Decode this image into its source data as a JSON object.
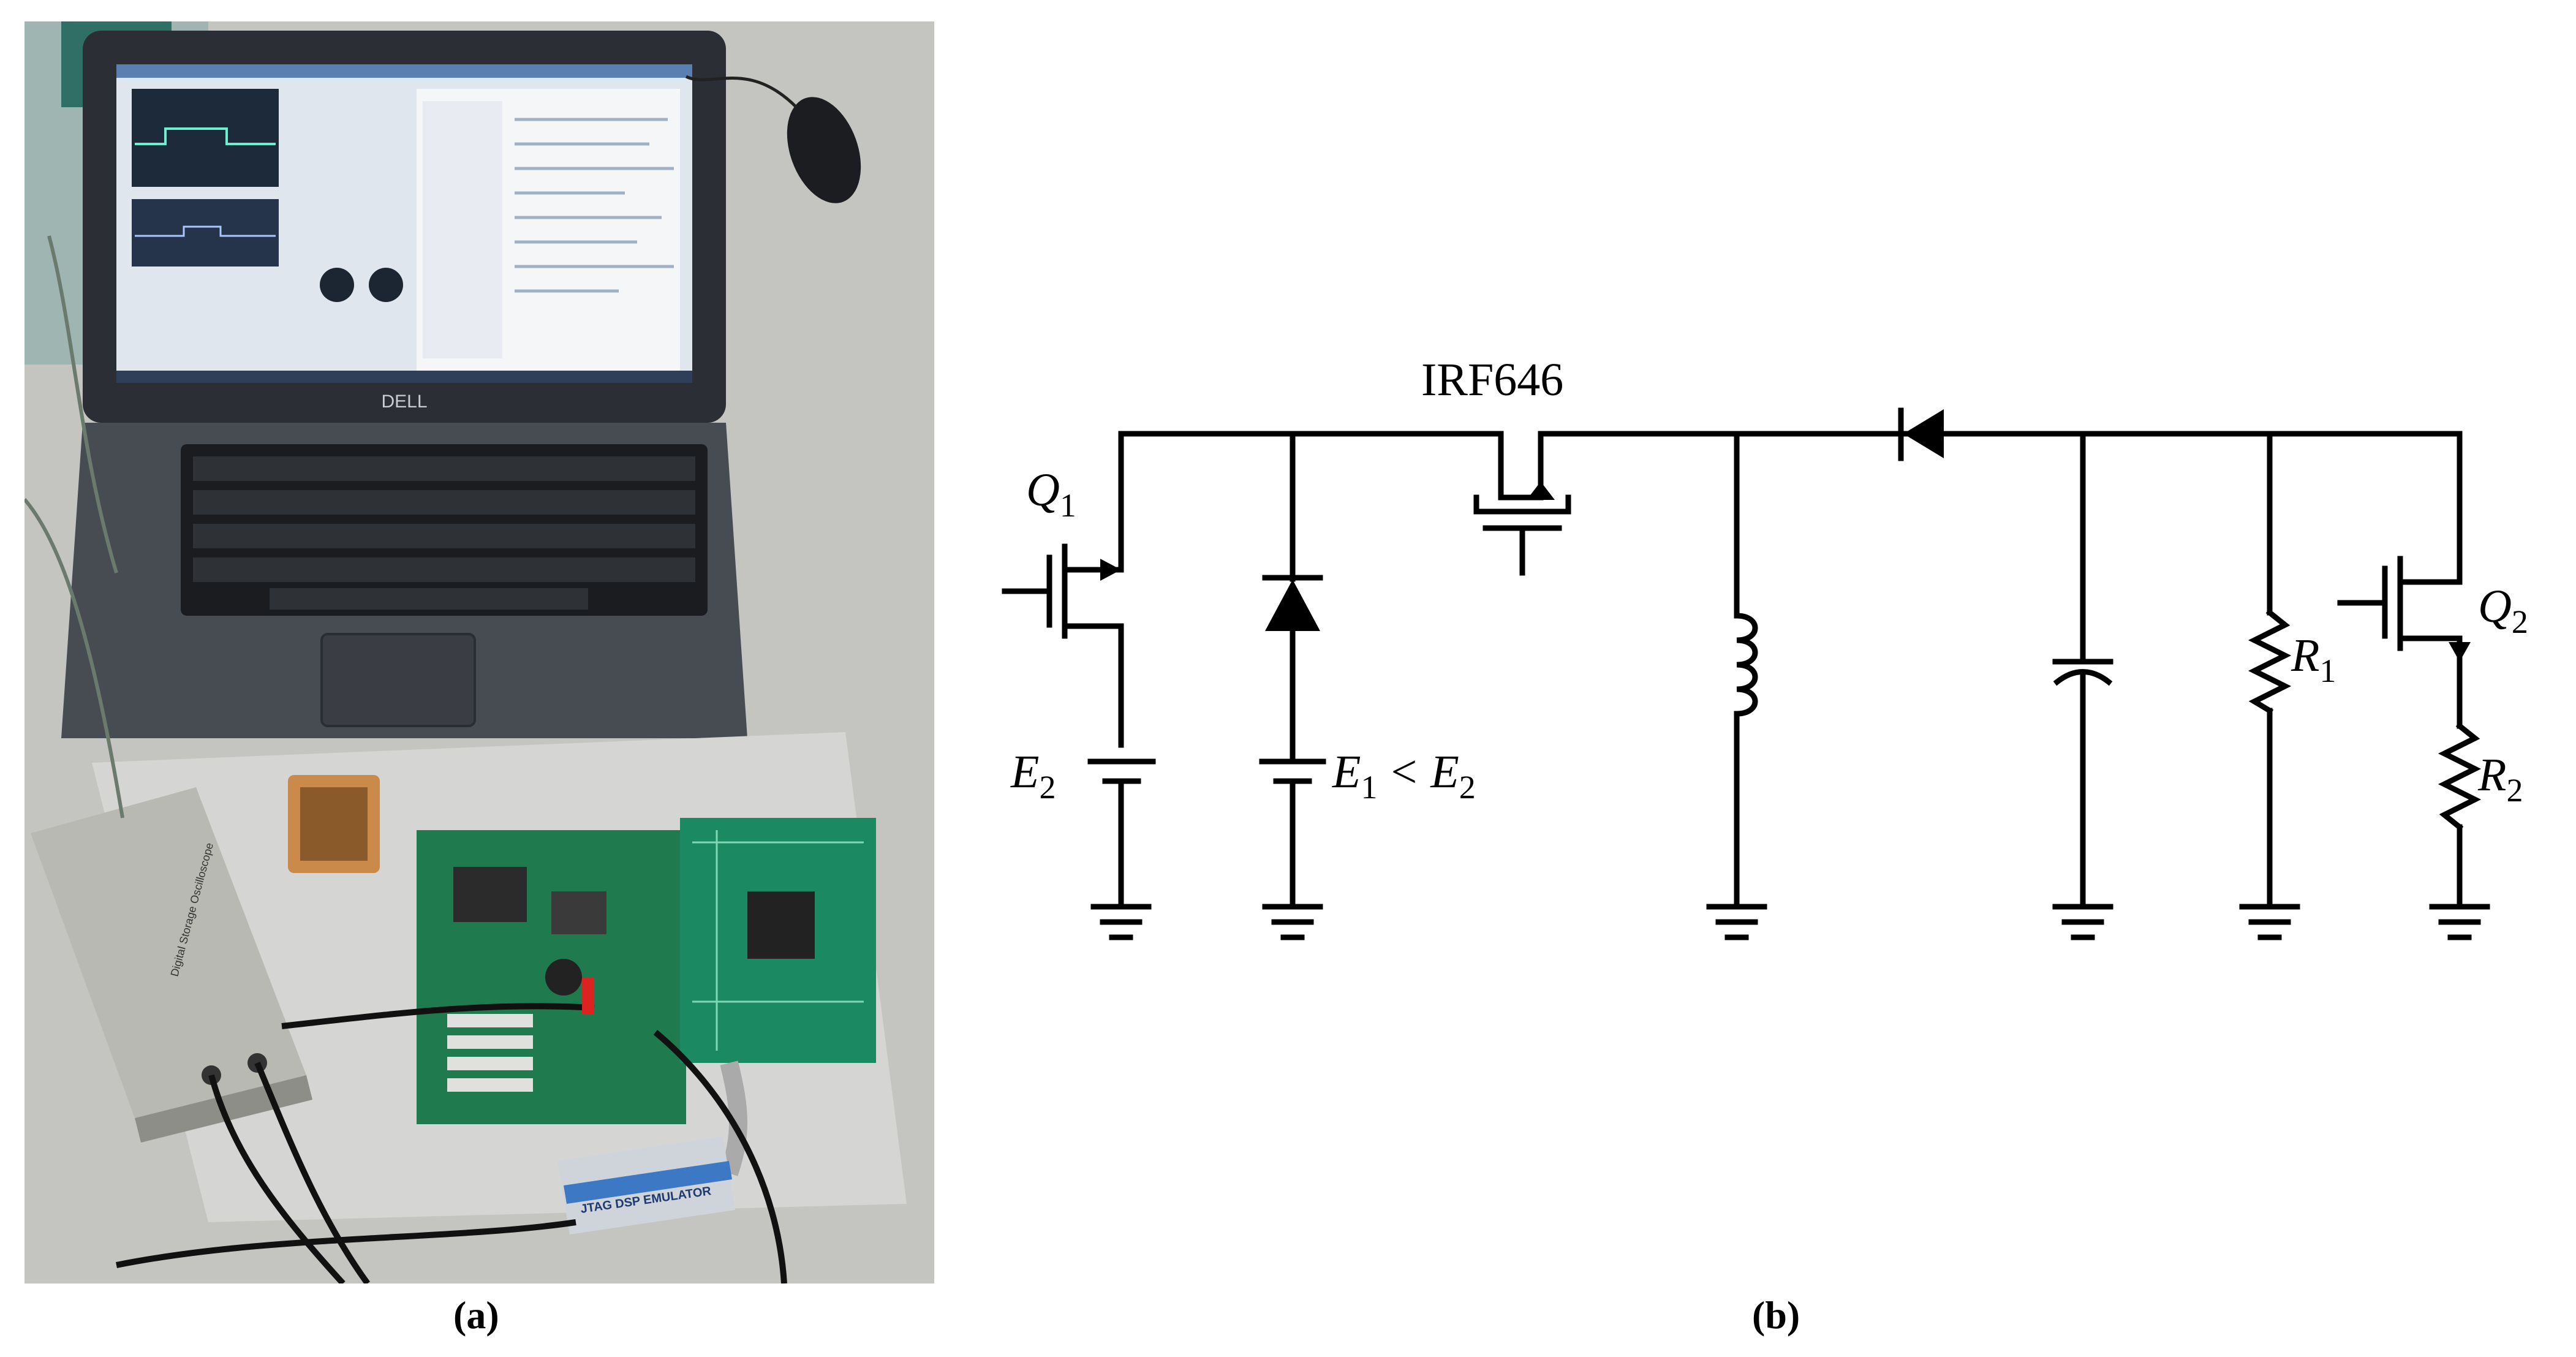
{
  "panels": [
    {
      "id": "a",
      "caption": "(a)",
      "kind": "photograph of experimental setup"
    },
    {
      "id": "b",
      "caption": "(b)",
      "kind": "circuit schematic"
    }
  ],
  "photo": {
    "laptop_brand": "DELL",
    "emulator_label": "JTAG DSP EMULATOR",
    "oscilloscope_label": "Digital Storage Oscilloscope"
  },
  "circuit": {
    "mosfet_label": "IRF646",
    "q1": {
      "base": "Q",
      "sub": "1"
    },
    "q2": {
      "base": "Q",
      "sub": "2"
    },
    "e2": {
      "base": "E",
      "sub": "2"
    },
    "e1": {
      "base": "E",
      "sub": "1",
      "rel": "<",
      "base2": "E",
      "sub2": "2"
    },
    "r1": {
      "base": "R",
      "sub": "1"
    },
    "r2": {
      "base": "R",
      "sub": "2"
    }
  },
  "colors": {
    "wire": "#000000",
    "desk": "#c9c9c6",
    "laptop": "#3a3f45",
    "pcb_green": "#1f7a4e",
    "screen": "#e8eef5"
  }
}
